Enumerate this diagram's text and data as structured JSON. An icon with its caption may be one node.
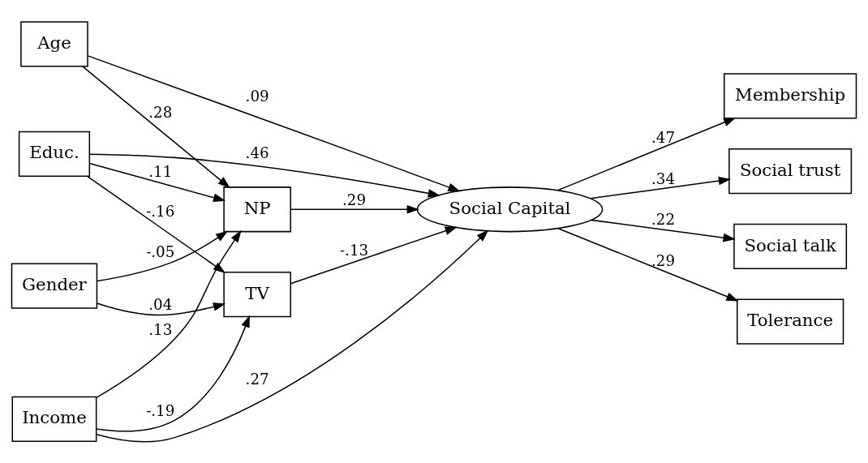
{
  "diagram": {
    "nodes": [
      {
        "text": [
          "Age"
        ]
      },
      {
        "text": [
          "Gender"
        ]
      },
      {
        "text": [
          "Educ."
        ]
      },
      {
        "text": [
          "Income"
        ]
      },
      {
        "text": [
          "NP"
        ]
      },
      {
        "text": [
          "TV"
        ]
      },
      {
        "text": [
          "Social Capital"
        ]
      },
      {
        "text": [
          "Membership"
        ]
      },
      {
        "text": [
          "Social trust"
        ]
      },
      {
        "text": [
          "Social talk"
        ]
      },
      {
        "text": [
          "Tolerance"
        ]
      }
    ],
    "edges": [
      {
        "from": 0,
        "to": 6,
        "arrow": "to",
        "label": ".09"
      },
      {
        "from": 0,
        "to": 4,
        "arrow": "to",
        "label": ".28"
      },
      {
        "from": 1,
        "to": 4,
        "arrow": "to",
        "label": "-.05"
      },
      {
        "from": 1,
        "to": 5,
        "arrow": "to",
        "label": ".04"
      },
      {
        "from": 2,
        "to": 4,
        "arrow": "to",
        "label": ".11"
      },
      {
        "from": 2,
        "to": 5,
        "arrow": "to",
        "label": "-.16"
      },
      {
        "from": 2,
        "to": 6,
        "arrow": "to",
        "label": ".46"
      },
      {
        "from": 3,
        "to": 4,
        "arrow": "to",
        "label": ".13"
      },
      {
        "from": 3,
        "to": 5,
        "arrow": "to",
        "label": "-.19"
      },
      {
        "from": 3,
        "to": 6,
        "arrow": "to",
        "label": ".27"
      },
      {
        "from": 4,
        "to": 6,
        "arrow": "to",
        "label": ".29"
      },
      {
        "from": 5,
        "to": 6,
        "arrow": "to",
        "label": "-.13"
      },
      {
        "from": 6,
        "to": 7,
        "arrow": "to",
        "label": ".47"
      },
      {
        "from": 6,
        "to": 8,
        "arrow": "to",
        "label": ".34"
      },
      {
        "from": 6,
        "to": 9,
        "arrow": "to",
        "label": ".22"
      },
      {
        "from": 6,
        "to": 10,
        "arrow": "to",
        "label": ".29"
      }
    ]
  }
}
